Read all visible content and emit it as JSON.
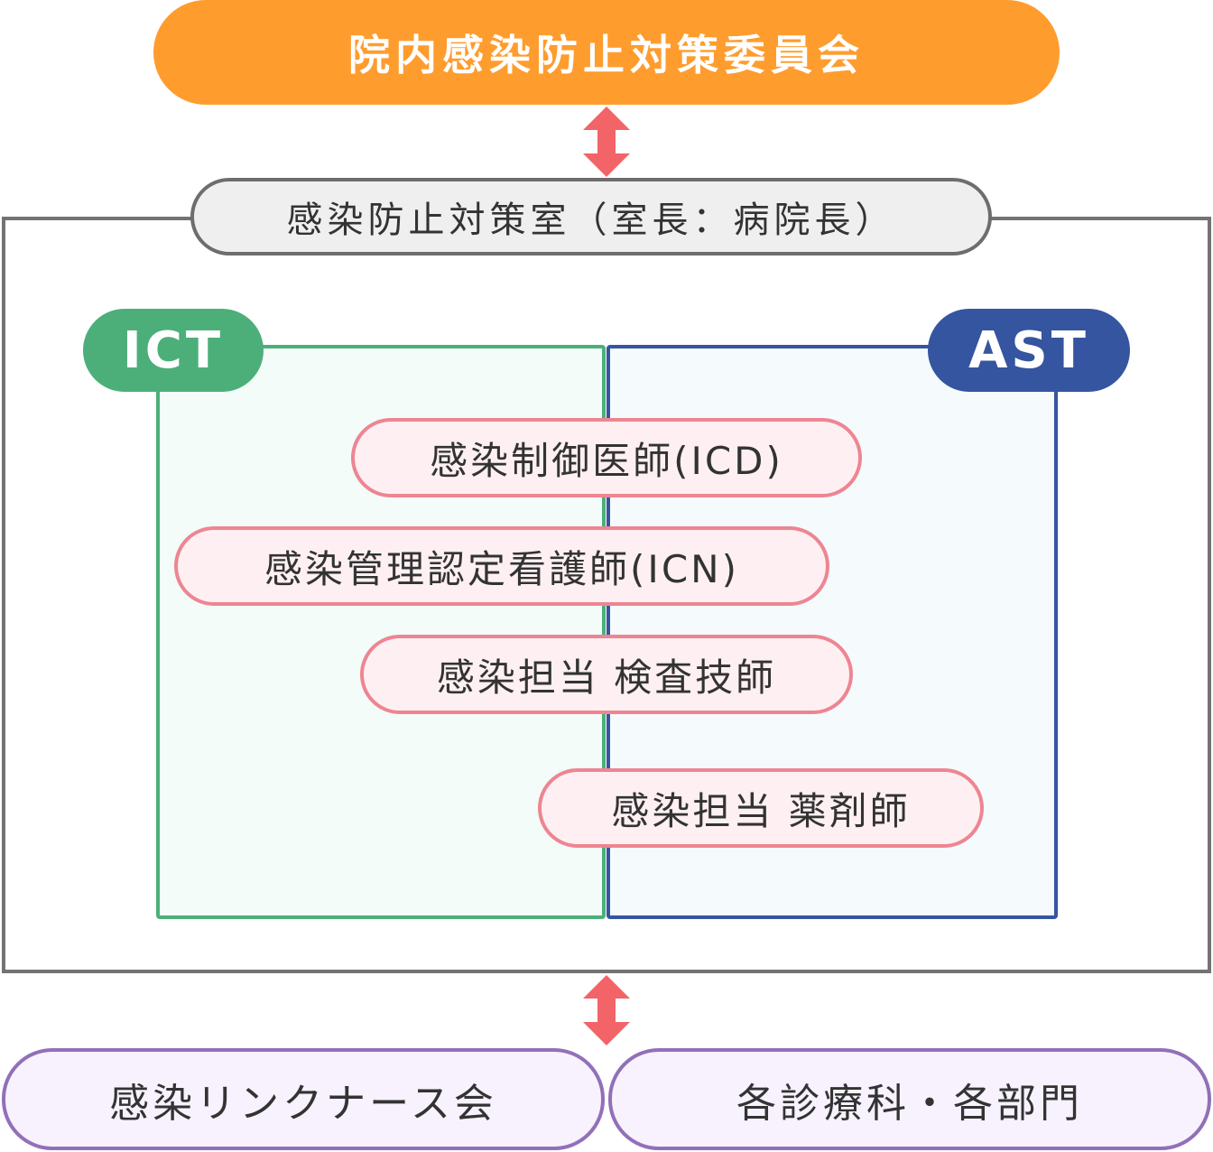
{
  "committee": {
    "label": "院内感染防止対策委員会"
  },
  "office": {
    "label": "感染防止対策室（室長：病院長）"
  },
  "teams": {
    "ict": {
      "label": "ICT"
    },
    "ast": {
      "label": "AST"
    }
  },
  "roles": [
    {
      "label": "感染制御医師(ICD)"
    },
    {
      "label": "感染管理認定看護師(ICN)"
    },
    {
      "label": "感染担当 検査技師"
    },
    {
      "label": "感染担当 薬剤師"
    }
  ],
  "bottom": {
    "link_nurse": "感染リンクナース会",
    "departments": "各診療科・各部門"
  },
  "colors": {
    "committee": "#FF9C2E",
    "ict": "#4CAF7A",
    "ast": "#3555A0",
    "role_border": "#EE8592",
    "role_fill": "#FEF0F2",
    "bottom_border": "#9270B8",
    "arrow": "#F26468"
  }
}
